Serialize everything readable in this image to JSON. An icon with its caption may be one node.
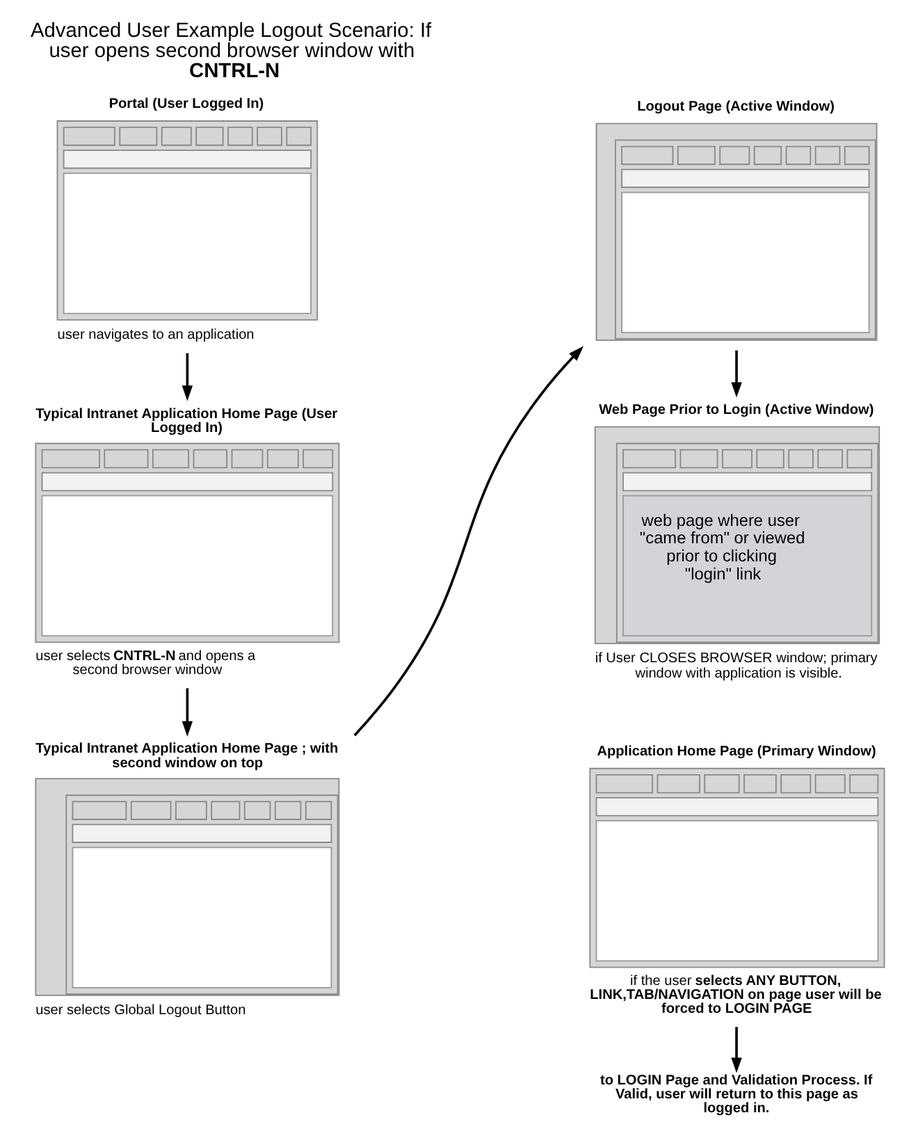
{
  "diagram": {
    "title": "Advanced User Example Logout Scenario: If user opens second browser window with **CNTRL-N**",
    "nodes": [
      {
        "text": [
          "Portal (User Logged In)"
        ],
        "beside": [
          "user navigates to an application"
        ]
      },
      {
        "text": [
          "Typical Intranet Application Home Page (User Logged In)"
        ],
        "beside": [
          "user selects **CNTRL-N** and opens a second browser window"
        ]
      },
      {
        "text": [
          "Typical Intranet Application Home Page ; with second window on top"
        ],
        "beside": [
          "user selects Global Logout Button"
        ]
      },
      {
        "text": [
          "Logout Page (Active Window)"
        ]
      },
      {
        "text": [
          "Web Page Prior to Login (Active Window)",
          "web page where user \"came from\" or viewed prior to clicking \"login\" link"
        ],
        "beside": [
          "if User CLOSES BROWSER window; primary window with application is visible."
        ]
      },
      {
        "text": [
          "Application Home Page (Primary Window)"
        ],
        "beside": [
          "if the user **selects ANY BUTTON, LINK,TAB/NAVIGATION on page user will be forced to LOGIN PAGE**"
        ]
      },
      {
        "text": [
          "to LOGIN Page and Validation Process. If Valid, user will return to this page as logged in."
        ]
      }
    ],
    "edges": [
      {
        "from": 0,
        "to": 1,
        "arrow": "to"
      },
      {
        "from": 1,
        "to": 2,
        "arrow": "to"
      },
      {
        "from": 2,
        "to": 3,
        "arrow": "to"
      },
      {
        "from": 3,
        "to": 4,
        "arrow": "to"
      },
      {
        "from": 5,
        "to": 6,
        "arrow": "to"
      }
    ]
  }
}
